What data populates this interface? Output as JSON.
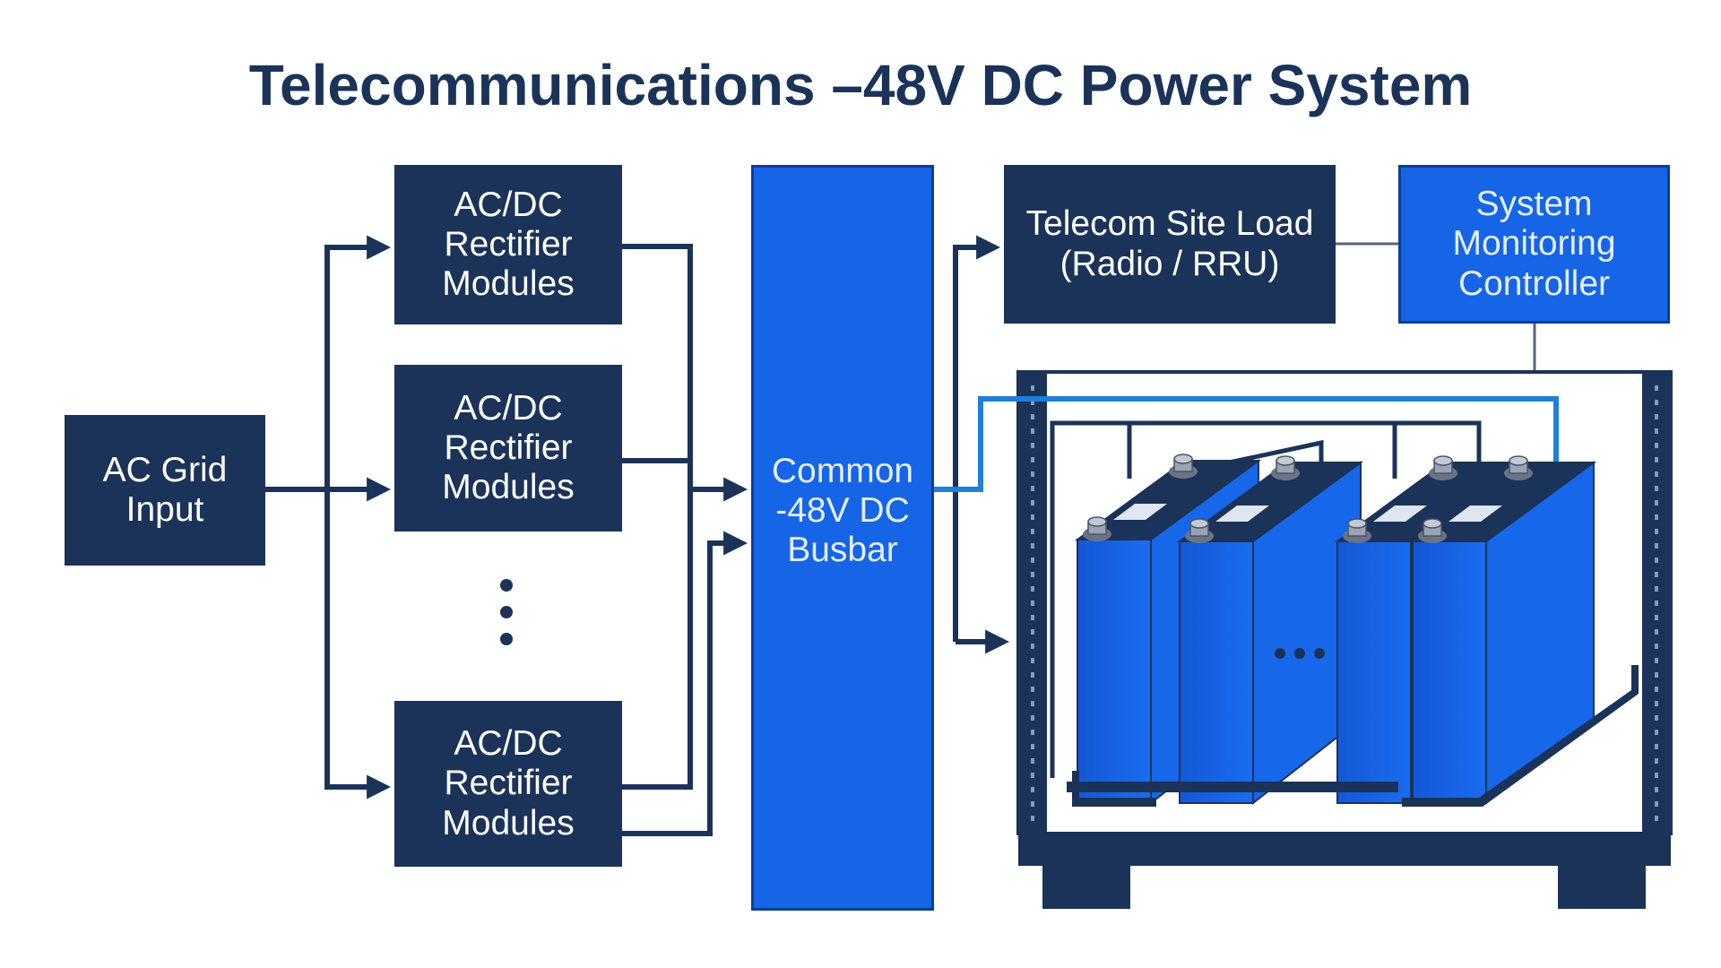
{
  "title": "Telecommunications –48V DC Power System",
  "ac_grid": {
    "line1": "AC Grid",
    "line2": "Input"
  },
  "rectifiers": [
    {
      "line1": "AC/DC",
      "line2": "Rectifier",
      "line3": "Modules"
    },
    {
      "line1": "AC/DC",
      "line2": "Rectifier",
      "line3": "Modules"
    },
    {
      "line1": "AC/DC",
      "line2": "Rectifier",
      "line3": "Modules"
    }
  ],
  "busbar": {
    "line1": "Common",
    "line2": "-48V DC",
    "line3": "Busbar"
  },
  "load": {
    "line1": "Telecom Site Load",
    "line2": "(Radio / RRU)"
  },
  "monitor": {
    "line1": "System",
    "line2": "Monitoring",
    "line3": "Controller"
  },
  "icons": {
    "vertical_ellipsis": "vertical-ellipsis-icon",
    "horizontal_ellipsis": "horizontal-ellipsis-icon",
    "battery": "battery-cell-icon",
    "cabinet": "battery-cabinet-icon"
  },
  "colors": {
    "dark_navy": "#1b3358",
    "bright_blue": "#1565e6",
    "cyan_wire": "#1f7fd6",
    "text_light": "#e4eeff"
  }
}
